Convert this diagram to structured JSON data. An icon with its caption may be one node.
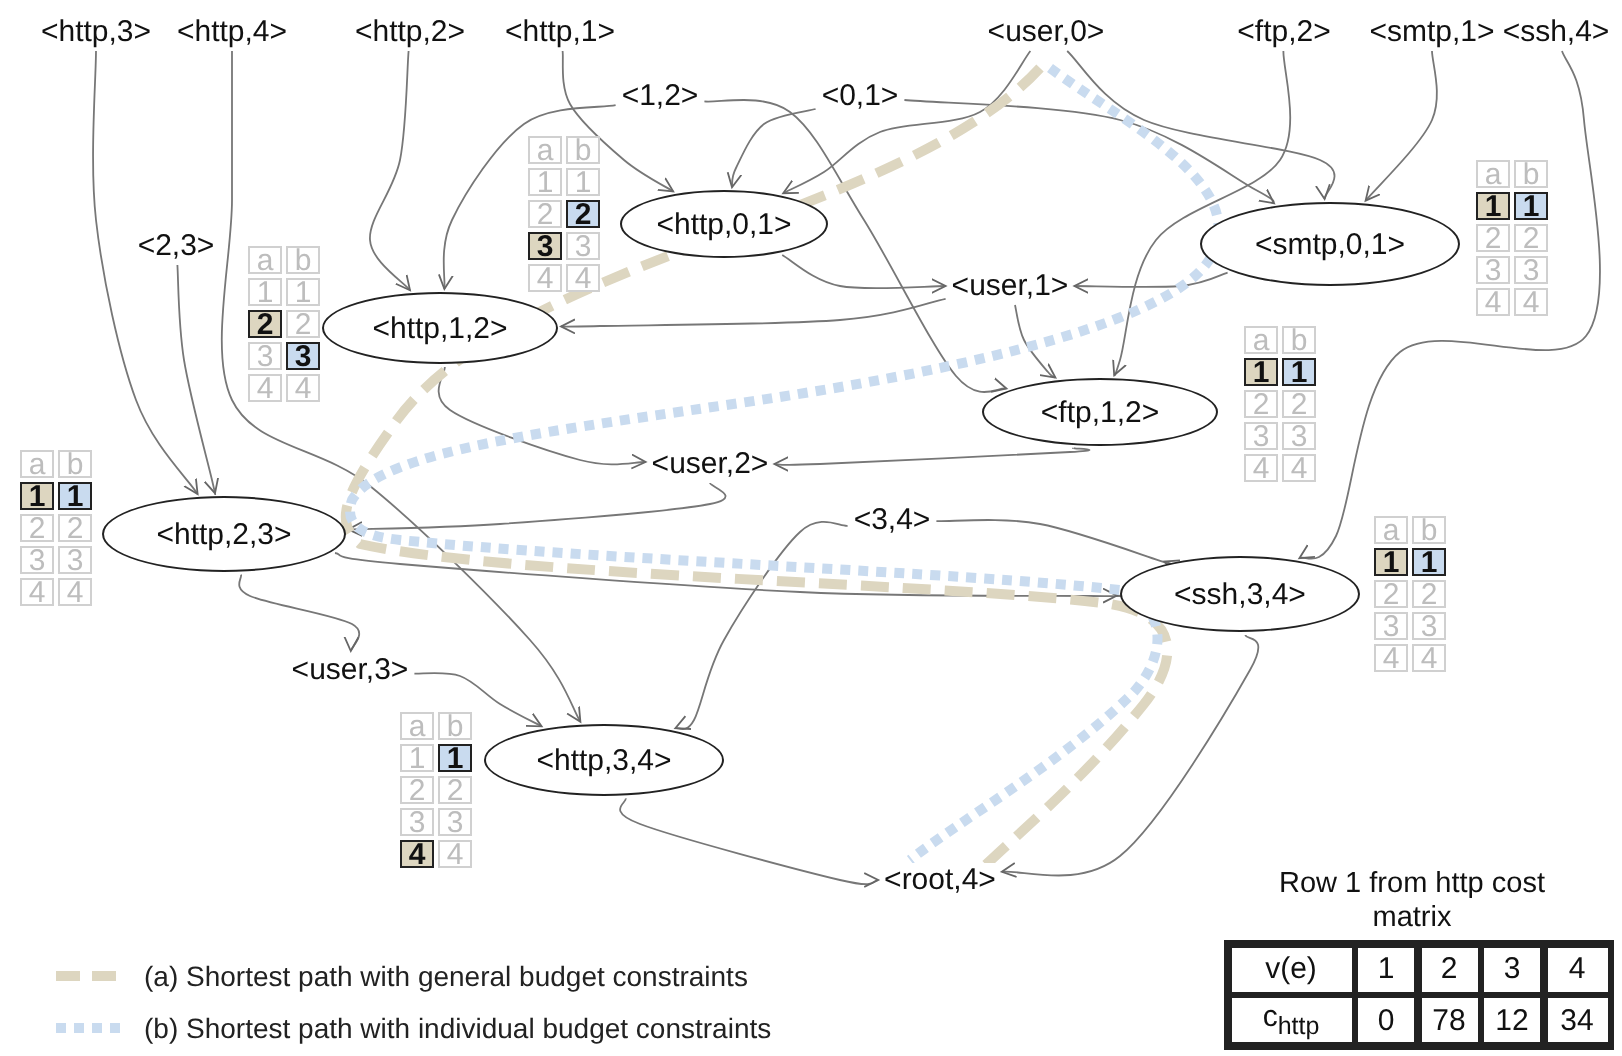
{
  "diagram": {
    "nodes": [
      {
        "text": [
          "<http,3>"
        ]
      },
      {
        "text": [
          "<http,4>"
        ]
      },
      {
        "text": [
          "<http,2>"
        ]
      },
      {
        "text": [
          "<http,1>"
        ]
      },
      {
        "text": [
          "<user,0>"
        ]
      },
      {
        "text": [
          "<ftp,2>"
        ]
      },
      {
        "text": [
          "<smtp,1>"
        ]
      },
      {
        "text": [
          "<ssh,4>"
        ]
      },
      {
        "text": [
          "<1,2>"
        ]
      },
      {
        "text": [
          "<0,1>"
        ]
      },
      {
        "text": [
          "<http,0,1>"
        ],
        "beside": [
          "a",
          "b",
          "1",
          "1",
          "2",
          "2",
          "3",
          "3",
          "4",
          "4"
        ]
      },
      {
        "text": [
          "<smtp,0,1>"
        ],
        "beside": [
          "a",
          "b",
          "1",
          "1",
          "2",
          "2",
          "3",
          "3",
          "4",
          "4"
        ]
      },
      {
        "text": [
          "<user,1>"
        ]
      },
      {
        "text": [
          "<http,1,2>"
        ],
        "beside": [
          "a",
          "b",
          "1",
          "1",
          "2",
          "2",
          "3",
          "3",
          "4",
          "4"
        ]
      },
      {
        "text": [
          "<2,3>"
        ]
      },
      {
        "text": [
          "<ftp,1,2>"
        ],
        "beside": [
          "a",
          "b",
          "1",
          "1",
          "2",
          "2",
          "3",
          "3",
          "4",
          "4"
        ]
      },
      {
        "text": [
          "<user,2>"
        ]
      },
      {
        "text": [
          "<http,2,3>"
        ],
        "beside": [
          "a",
          "b",
          "1",
          "1",
          "2",
          "2",
          "3",
          "3",
          "4",
          "4"
        ]
      },
      {
        "text": [
          "<3,4>"
        ]
      },
      {
        "text": [
          "<ssh,3,4>"
        ],
        "beside": [
          "a",
          "b",
          "1",
          "1",
          "2",
          "2",
          "3",
          "3",
          "4",
          "4"
        ]
      },
      {
        "text": [
          "<user,3>"
        ]
      },
      {
        "text": [
          "<http,3,4>"
        ],
        "beside": [
          "a",
          "b",
          "1",
          "1",
          "2",
          "2",
          "3",
          "3",
          "4",
          "4"
        ]
      },
      {
        "text": [
          "<root,4>"
        ]
      }
    ],
    "edges": [
      {
        "from": 0,
        "to": 17,
        "arrow": "to"
      },
      {
        "from": 1,
        "to": 21,
        "arrow": "to"
      },
      {
        "from": 2,
        "to": 13,
        "arrow": "to"
      },
      {
        "from": 3,
        "to": 10,
        "arrow": "to"
      },
      {
        "from": 8,
        "to": 13,
        "arrow": "to"
      },
      {
        "from": 8,
        "to": 15,
        "arrow": "to"
      },
      {
        "from": 9,
        "to": 10,
        "arrow": "to"
      },
      {
        "from": 9,
        "to": 11,
        "arrow": "to"
      },
      {
        "from": 4,
        "to": 10,
        "arrow": "to"
      },
      {
        "from": 4,
        "to": 11,
        "arrow": "to"
      },
      {
        "from": 5,
        "to": 15,
        "arrow": "to"
      },
      {
        "from": 6,
        "to": 11,
        "arrow": "to"
      },
      {
        "from": 7,
        "to": 19,
        "arrow": "to"
      },
      {
        "from": 11,
        "to": 12,
        "arrow": "to"
      },
      {
        "from": 10,
        "to": 12,
        "arrow": "to"
      },
      {
        "from": 12,
        "to": 13,
        "arrow": "to"
      },
      {
        "from": 12,
        "to": 15,
        "arrow": "to"
      },
      {
        "from": 13,
        "to": 16,
        "arrow": "to"
      },
      {
        "from": 15,
        "to": 16,
        "arrow": "to"
      },
      {
        "from": 16,
        "to": 17,
        "arrow": "to"
      },
      {
        "from": 14,
        "to": 17,
        "arrow": "to"
      },
      {
        "from": 17,
        "to": 20,
        "arrow": "to"
      },
      {
        "from": 17,
        "to": 19,
        "arrow": "to"
      },
      {
        "from": 18,
        "to": 21,
        "arrow": "to"
      },
      {
        "from": 18,
        "to": 19,
        "arrow": "to"
      },
      {
        "from": 20,
        "to": 21,
        "arrow": "to"
      },
      {
        "from": 21,
        "to": 22,
        "arrow": "to"
      },
      {
        "from": 19,
        "to": 22,
        "arrow": "to"
      }
    ],
    "labels": [
      "Row 1 from http cost matrix",
      "v(e)",
      "1",
      "2",
      "3",
      "4",
      "c$_{http}$",
      "0",
      "78",
      "12",
      "34"
    ],
    "legend": [
      {
        "text": "(a) Shortest path with general budget constraints"
      },
      {
        "text": "(b) Shortest path with individual budget constraints"
      }
    ]
  }
}
